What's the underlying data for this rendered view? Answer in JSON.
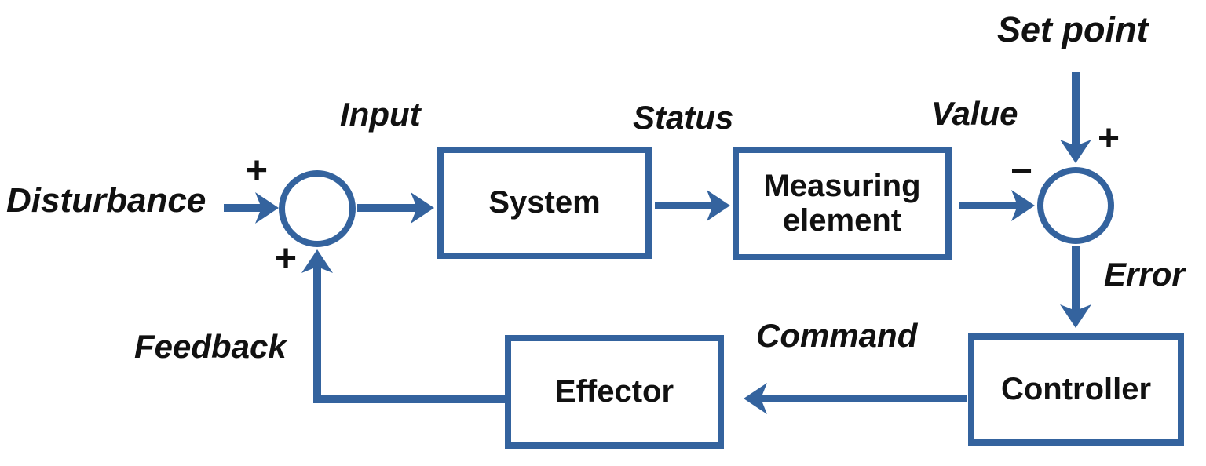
{
  "diagram": {
    "colors": {
      "line": "#34639E",
      "text": "#111111",
      "bg": "#FFFFFF"
    },
    "boxes": [
      {
        "id": "system",
        "label": "System"
      },
      {
        "id": "measuring",
        "label": "Measuring element"
      },
      {
        "id": "controller",
        "label": "Controller"
      },
      {
        "id": "effector",
        "label": "Effector"
      }
    ],
    "labels": {
      "disturbance": "Disturbance",
      "input": "Input",
      "status": "Status",
      "value": "Value",
      "set_point": "Set point",
      "error": "Error",
      "command": "Command",
      "feedback": "Feedback"
    },
    "signs": {
      "sum1_upper": "+",
      "sum1_lower": "+",
      "sum2_setpoint": "+",
      "sum2_value": "−"
    }
  }
}
